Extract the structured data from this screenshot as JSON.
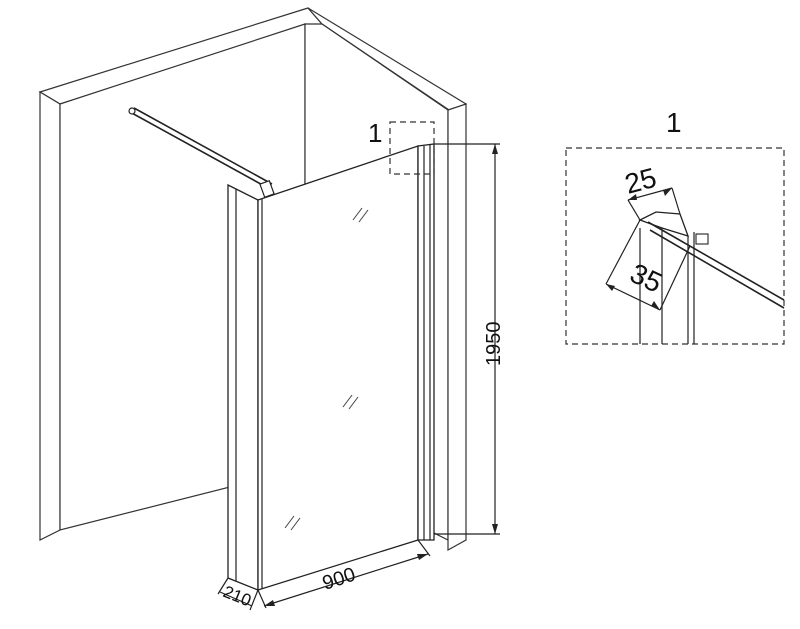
{
  "diagram": {
    "main_view": {
      "detail_marker": "1",
      "dimensions": {
        "height": "1950",
        "width": "900",
        "depth": "210"
      }
    },
    "detail_view": {
      "title": "1",
      "dimensions": {
        "profile_width": "25",
        "profile_depth": "35"
      }
    }
  }
}
